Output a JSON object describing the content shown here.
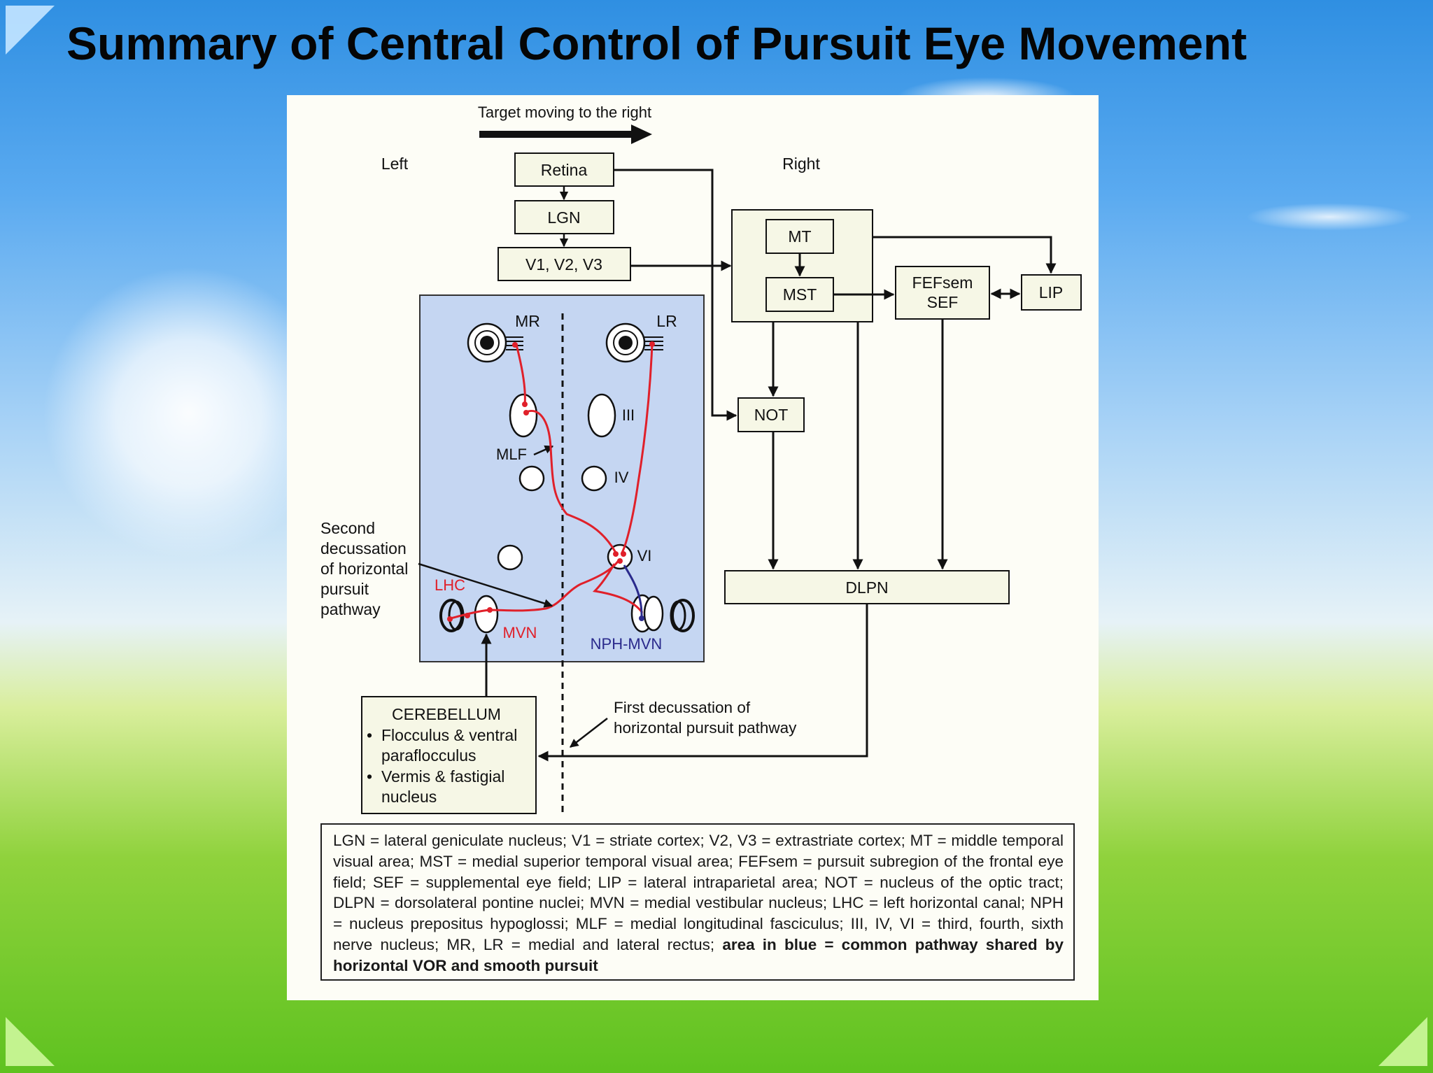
{
  "slide": {
    "title": "Summary of Central Control of Pursuit Eye Movement"
  },
  "diagram": {
    "target_label": "Target moving to the right",
    "side_left": "Left",
    "side_right": "Right",
    "boxes": {
      "retina": "Retina",
      "lgn": "LGN",
      "v1v2v3": "V1, V2, V3",
      "mt": "MT",
      "mst": "MST",
      "fefsem": "FEFsem",
      "sef": "SEF",
      "lip": "LIP",
      "not": "NOT",
      "dlpn": "DLPN"
    },
    "brainstem": {
      "mr": "MR",
      "lr": "LR",
      "iii": "III",
      "iv": "IV",
      "vi": "VI",
      "mlf": "MLF",
      "lhc": "LHC",
      "mvn": "MVN",
      "nph_mvn": "NPH-MVN"
    },
    "second_decussation": [
      "Second",
      "decussation",
      "of horizontal",
      "pursuit",
      "pathway"
    ],
    "first_decussation": [
      "First decussation of",
      "horizontal pursuit pathway"
    ],
    "cerebellum": {
      "title": "CEREBELLUM",
      "lines": [
        "Flocculus & ventral",
        "paraflocculus",
        "Vermis & fastigial",
        "nucleus"
      ]
    },
    "colors": {
      "blue_area": "#c5d6f2",
      "pathway_red": "#e0202a",
      "pathway_blue": "#2a2a8c",
      "box_fill": "#f6f7e6"
    }
  },
  "legend": {
    "text": "LGN = lateral geniculate nucleus; V1 = striate cortex; V2, V3 = extrastriate cortex; MT = middle temporal visual area; MST = medial superior temporal visual area; FEFsem = pursuit subregion of the frontal eye field; SEF = supplemental eye field; LIP = lateral intraparietal area; NOT = nucleus of the optic tract; DLPN = dorsolateral pontine nuclei; MVN = medial vestibular nucleus; LHC = left horizontal canal; NPH = nucleus prepositus hypoglossi; MLF = medial longitudinal fasciculus; III, IV, VI = third, fourth, sixth nerve nucleus; MR, LR = medial and lateral rectus;",
    "bold_text": "area in blue = common pathway shared by horizontal VOR and smooth pursuit"
  }
}
